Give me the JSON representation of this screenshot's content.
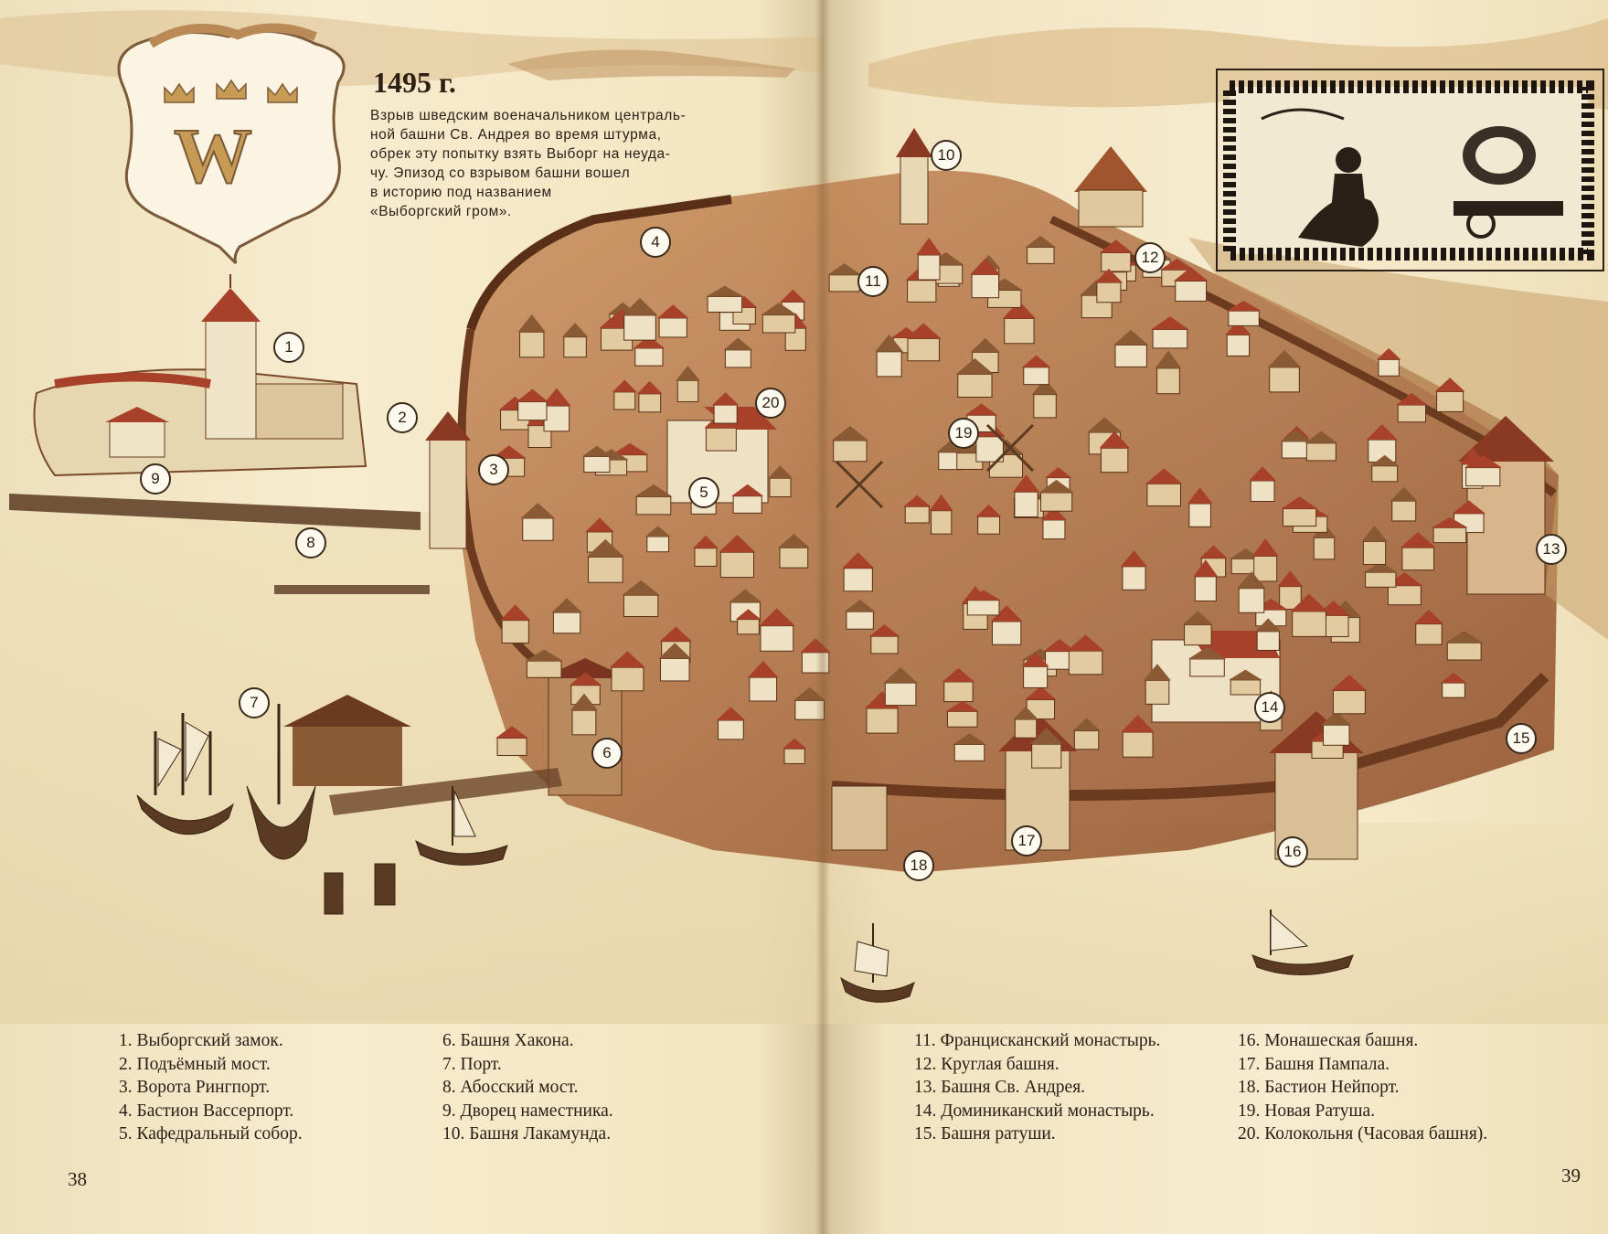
{
  "header": {
    "year": "1495 г.",
    "caption_lines": [
      "Взрыв шведским военачальником централь-",
      "ной башни Св. Андрея во время штурма,",
      "обрек эту попытку взять Выборг на неуда-",
      "чу. Эпизод со взрывом башни вошел",
      "в историю под названием",
      "«Выборгский гром»."
    ]
  },
  "emblem": {
    "letter": "W",
    "crowns": 3
  },
  "markers": [
    "1",
    "2",
    "3",
    "4",
    "5",
    "6",
    "7",
    "8",
    "9",
    "10",
    "11",
    "12",
    "13",
    "14",
    "15",
    "16",
    "17",
    "18",
    "19",
    "20"
  ],
  "legend": {
    "col1": [
      "1.  Выборгский замок.",
      "2.  Подъёмный мост.",
      "3.  Ворота Рингпорт.",
      "4.  Бастион Вассерпорт.",
      "5.  Кафедральный собор."
    ],
    "col2": [
      "6.  Башня Хакона.",
      "7.  Порт.",
      "8.  Абосский мост.",
      "9.  Дворец наместника.",
      "10. Башня Лакамунда."
    ],
    "col3": [
      "11. Францисканский монастырь.",
      "12. Круглая башня.",
      "13. Башня Св. Андрея.",
      "14. Доминиканский монастырь.",
      "15. Башня ратуши."
    ],
    "col4": [
      "16. Монашеская башня.",
      "17. Башня Пампала.",
      "18. Бастион Нейпорт.",
      "19. Новая Ратуша.",
      "20. Колокольня (Часовая башня)."
    ]
  },
  "page_numbers": {
    "left": "38",
    "right": "39"
  },
  "colors": {
    "paper": "#f3e6c2",
    "sepia_dark": "#6b3a1f",
    "roof_red": "#a8412a",
    "ink": "#2a2018"
  }
}
